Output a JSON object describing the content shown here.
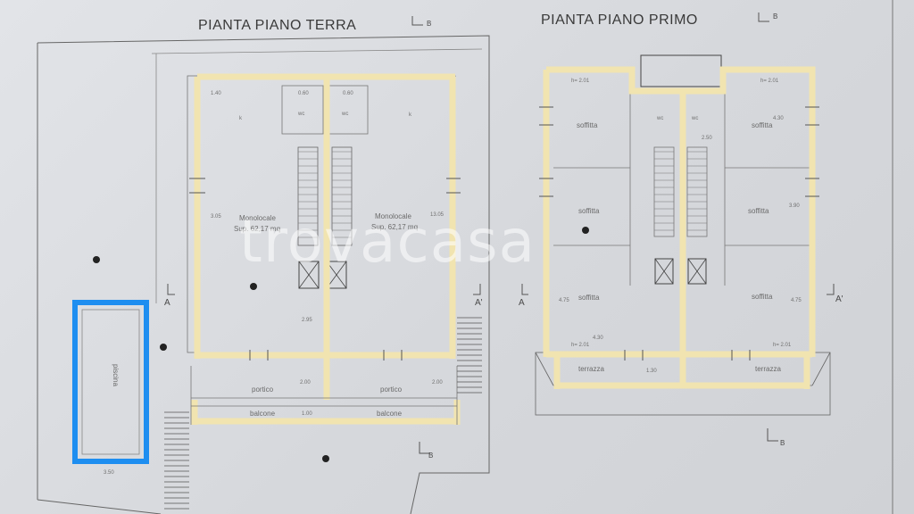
{
  "titles": {
    "ground": "PIANTA PIANO TERRA",
    "first": "PIANTA PIANO PRIMO"
  },
  "section_marks": {
    "a": "A",
    "a_prime": "A'",
    "b": "B"
  },
  "ground_floor": {
    "unit_left": "Monolocale",
    "unit_left_area": "Sup. 62,17 mq",
    "unit_right": "Monolocale",
    "unit_right_area": "Sup. 62,17 mq",
    "portico_left": "portico",
    "portico_right": "portico",
    "balcone_left": "balcone",
    "balcone_right": "balcone",
    "piscina": "piscina",
    "wc": "wc",
    "k": "k",
    "dims": {
      "d1": "2.00",
      "d2": "1.00",
      "d3": "3.50",
      "d4": "13.05",
      "d5": "3.05",
      "d6": "2.95",
      "d7": "0.60",
      "d8": "1.40"
    }
  },
  "first_floor": {
    "soffitta": "soffitta",
    "terrazza": "terrazza",
    "wc": "wc",
    "heights": {
      "h1": "h= 2.01",
      "h2": "h= 2.01",
      "h3": "h= 2.01",
      "h4": "h= 2.01"
    },
    "dims": {
      "d1": "4.30",
      "d2": "4.30",
      "d3": "4.75",
      "d4": "4.75",
      "d5": "3.90",
      "d6": "2.50",
      "d7": "1.30"
    }
  },
  "watermark": "trovacasa",
  "colors": {
    "wall_highlight": "#f1e4b0",
    "wall_stroke": "#e8d795",
    "pool": "#1e8ef0",
    "line": "#6b6b6b"
  }
}
